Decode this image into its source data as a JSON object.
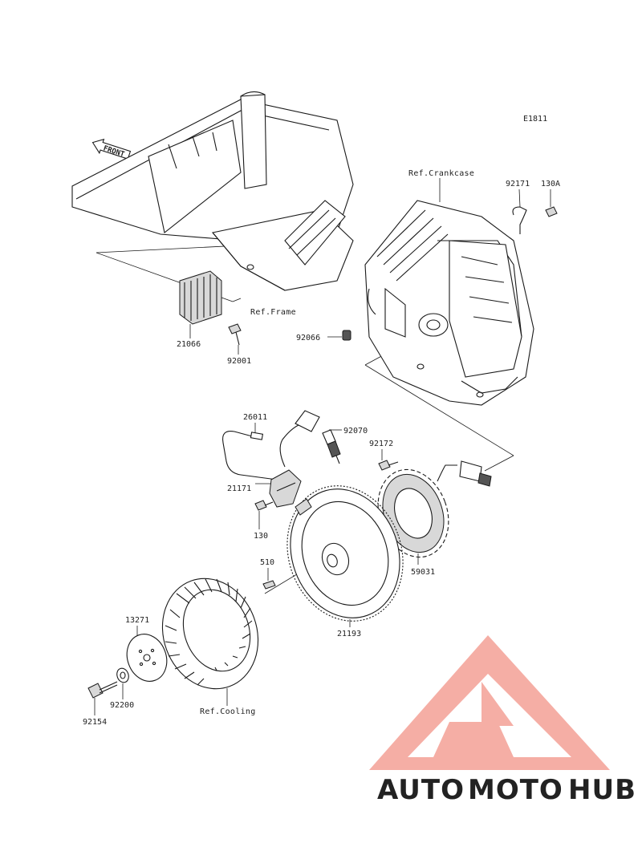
{
  "diagram_code": "E1811",
  "direction_label": "FRONT",
  "refs": {
    "crankcase": "Ref.Crankcase",
    "frame": "Ref.Frame",
    "cooling": "Ref.Cooling"
  },
  "parts": {
    "p92171": "92171",
    "p130A": "130A",
    "p21066": "21066",
    "p92001": "92001",
    "p92066": "92066",
    "p26011": "26011",
    "p92070": "92070",
    "p92172": "92172",
    "p21171": "21171",
    "p130": "130",
    "p59031": "59031",
    "p510": "510",
    "p21193": "21193",
    "p13271": "13271",
    "p92200": "92200",
    "p92154": "92154"
  },
  "watermark": {
    "part1": "AUTO",
    "part2": "MOTO",
    "part3": "HUB",
    "color_light": "#f5b87a",
    "color_red": "#f08878",
    "color_dark": "#555555"
  }
}
